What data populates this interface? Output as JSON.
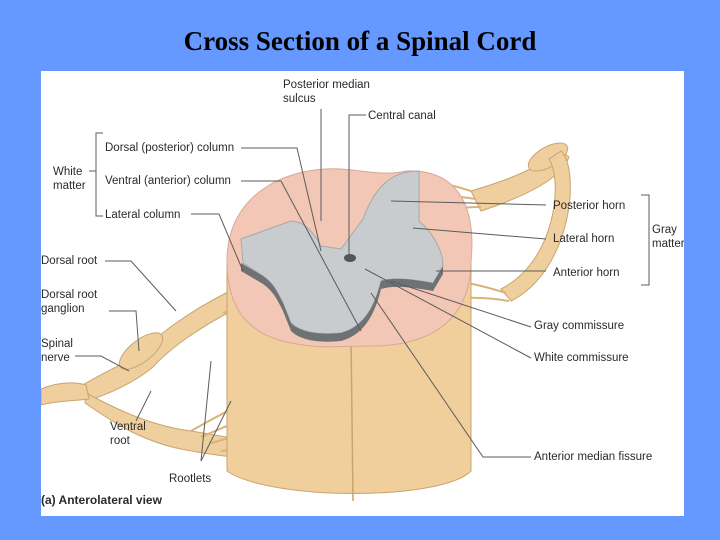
{
  "slide": {
    "title": "Cross Section of a Spinal Cord"
  },
  "colors": {
    "background": "#6699ff",
    "figure_background": "#ffffff",
    "white_matter": "#f3c7b5",
    "gray_matter": "#c8ccce",
    "nerve": "#efcf9e",
    "leader_line": "#5b5b5b"
  },
  "labels": {
    "posterior_median_sulcus": [
      "Posterior median",
      "sulcus"
    ],
    "central_canal": "Central canal",
    "dorsal_column": "Dorsal (posterior) column",
    "ventral_column": "Ventral (anterior) column",
    "lateral_column": "Lateral column",
    "white_matter": [
      "White",
      "matter"
    ],
    "dorsal_root": "Dorsal root",
    "dorsal_root_ganglion": [
      "Dorsal root",
      "ganglion"
    ],
    "spinal_nerve": [
      "Spinal",
      "nerve"
    ],
    "ventral_root": [
      "Ventral",
      "root"
    ],
    "rootlets": "Rootlets",
    "posterior_horn": "Posterior horn",
    "lateral_horn": "Lateral horn",
    "anterior_horn": "Anterior horn",
    "gray_matter": [
      "Gray",
      "matter"
    ],
    "gray_commissure": "Gray commissure",
    "white_commissure": "White commissure",
    "anterior_median_fissure": "Anterior median fissure"
  },
  "caption": "(a) Anterolateral view"
}
